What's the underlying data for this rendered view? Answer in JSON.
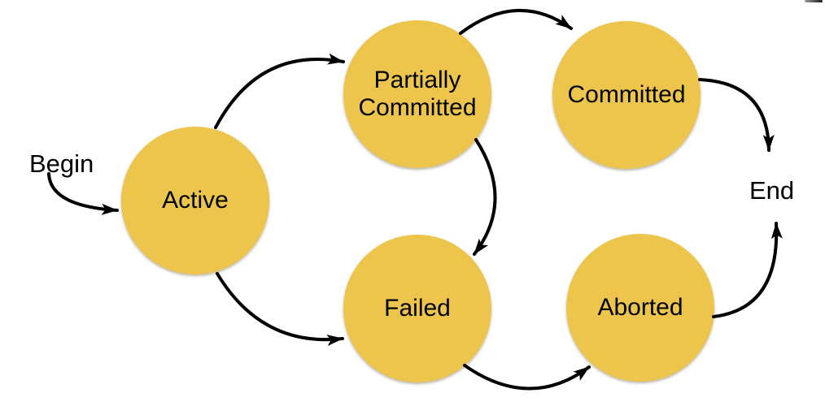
{
  "diagram": {
    "background": "#FFFFFF",
    "colors": {
      "node_fill": "#EDC54D",
      "edge_stroke": "#000000",
      "text": "#000000"
    },
    "nodes": [
      {
        "id": "active",
        "label": "Active"
      },
      {
        "id": "partially-committed",
        "label": "Partially Committed"
      },
      {
        "id": "committed",
        "label": "Committed"
      },
      {
        "id": "failed",
        "label": "Failed"
      },
      {
        "id": "aborted",
        "label": "Aborted"
      }
    ],
    "terminals": [
      {
        "id": "begin",
        "label": "Begin"
      },
      {
        "id": "end",
        "label": "End"
      }
    ],
    "edges": [
      {
        "from": "begin",
        "to": "active"
      },
      {
        "from": "active",
        "to": "partially-committed"
      },
      {
        "from": "partially-committed",
        "to": "committed"
      },
      {
        "from": "partially-committed",
        "to": "failed"
      },
      {
        "from": "active",
        "to": "failed"
      },
      {
        "from": "failed",
        "to": "aborted"
      },
      {
        "from": "committed",
        "to": "end"
      },
      {
        "from": "aborted",
        "to": "end"
      }
    ]
  }
}
